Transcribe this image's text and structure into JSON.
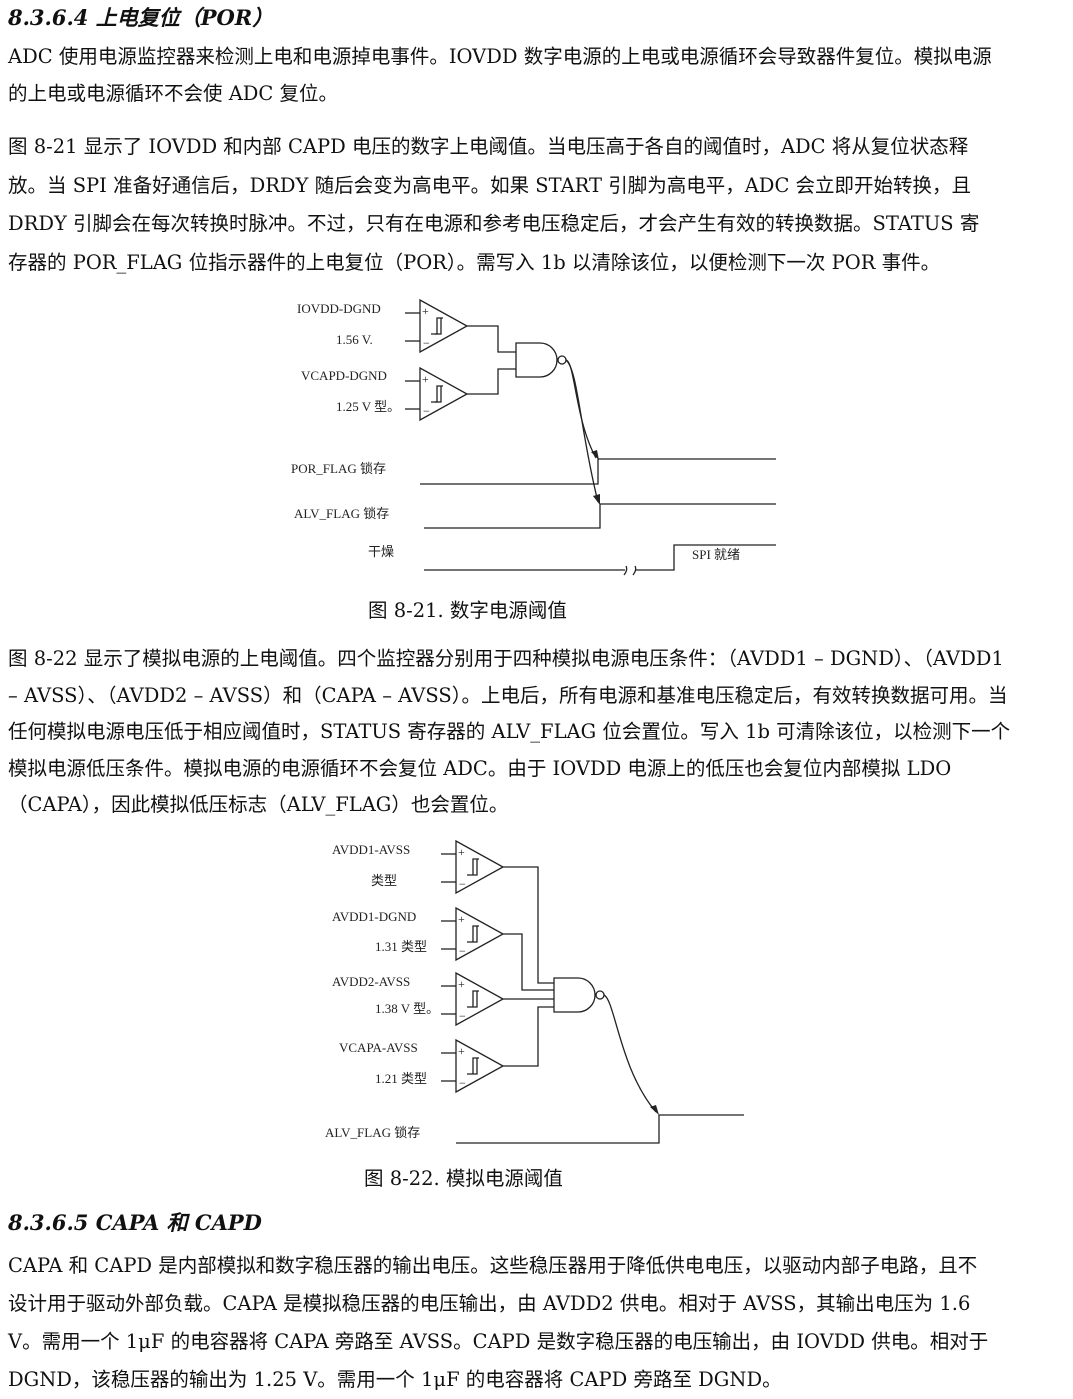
{
  "section_por": {
    "heading": "8.3.6.4 上电复位（POR）",
    "para1_line1": "ADC 使用电源监控器来检测上电和电源掉电事件。IOVDD 数字电源的上电或电源循环会导致器件复位。模拟电源",
    "para1_line2": "的上电或电源循环不会使 ADC 复位。",
    "para2_line1": "图 8-21 显示了 IOVDD 和内部 CAPD 电压的数字上电阈值。当电压高于各自的阈值时，ADC 将从复位状态释",
    "para2_line2": "放。当 SPI 准备好通信后，DRDY 随后会变为高电平。如果 START 引脚为高电平，ADC 会立即开始转换，且",
    "para2_line3": "DRDY 引脚会在每次转换时脉冲。不过，只有在电源和参考电压稳定后，才会产生有效的转换数据。STATUS 寄",
    "para2_line4": "存器的 POR_FLAG 位指示器件的上电复位（POR）。需写入 1b 以清除该位，以便检测下一次 POR 事件。"
  },
  "figure_8_21": {
    "caption": "图 8-21. 数字电源阈值",
    "labels": {
      "iovdd": "IOVDD-DGND",
      "iovdd_th": "1.56 V.",
      "vcapd": "VCAPD-DGND",
      "vcapd_th": "1.25 V 型。",
      "por_flag": "POR_FLAG 锁存",
      "alv_flag": "ALV_FLAG 锁存",
      "drdy": "干燥",
      "spi_ready": "SPI 就绪"
    }
  },
  "section_analog": {
    "line1": "图 8-22 显示了模拟电源的上电阈值。四个监控器分别用于四种模拟电源电压条件：（AVDD1 – DGND）、（AVDD1",
    "line2": "– AVSS）、（AVDD2 – AVSS）和（CAPA – AVSS）。上电后，所有电源和基准电压稳定后，有效转换数据可用。当",
    "line3": "任何模拟电源电压低于相应阈值时，STATUS 寄存器的 ALV_FLAG 位会置位。写入 1b 可清除该位，以检测下一个",
    "line4": "模拟电源低压条件。模拟电源的电源循环不会复位 ADC。由于 IOVDD 电源上的低压也会复位内部模拟 LDO",
    "line5": "（CAPA），因此模拟低压标志（ALV_FLAG）也会置位。"
  },
  "figure_8_22": {
    "caption": "图 8-22. 模拟电源阈值",
    "labels": {
      "avdd1_avss": "AVDD1-AVSS",
      "avdd1_avss_th": "类型",
      "avdd1_dgnd": "AVDD1-DGND",
      "avdd1_dgnd_th": "1.31 类型",
      "avdd2_avss": "AVDD2-AVSS",
      "avdd2_avss_th": "1.38 V 型。",
      "vcapa_avss": "VCAPA-AVSS",
      "vcapa_avss_th": "1.21 类型",
      "alv_flag": "ALV_FLAG 锁存"
    }
  },
  "section_capa": {
    "heading": "8.3.6.5 CAPA 和 CAPD",
    "line1": "CAPA 和 CAPD 是内部模拟和数字稳压器的输出电压。这些稳压器用于降低供电电压，以驱动内部子电路，且不",
    "line2": "设计用于驱动外部负载。CAPA 是模拟稳压器的电压输出，由 AVDD2 供电。相对于 AVSS，其输出电压为 1.6",
    "line3": "V。需用一个 1μF 的电容器将 CAPA 旁路至 AVSS。CAPD 是数字稳压器的电压输出，由 IOVDD 供电。相对于",
    "line4": "DGND，该稳压器的输出为 1.25 V。需用一个 1μF 的电容器将 CAPD 旁路至 DGND。"
  }
}
